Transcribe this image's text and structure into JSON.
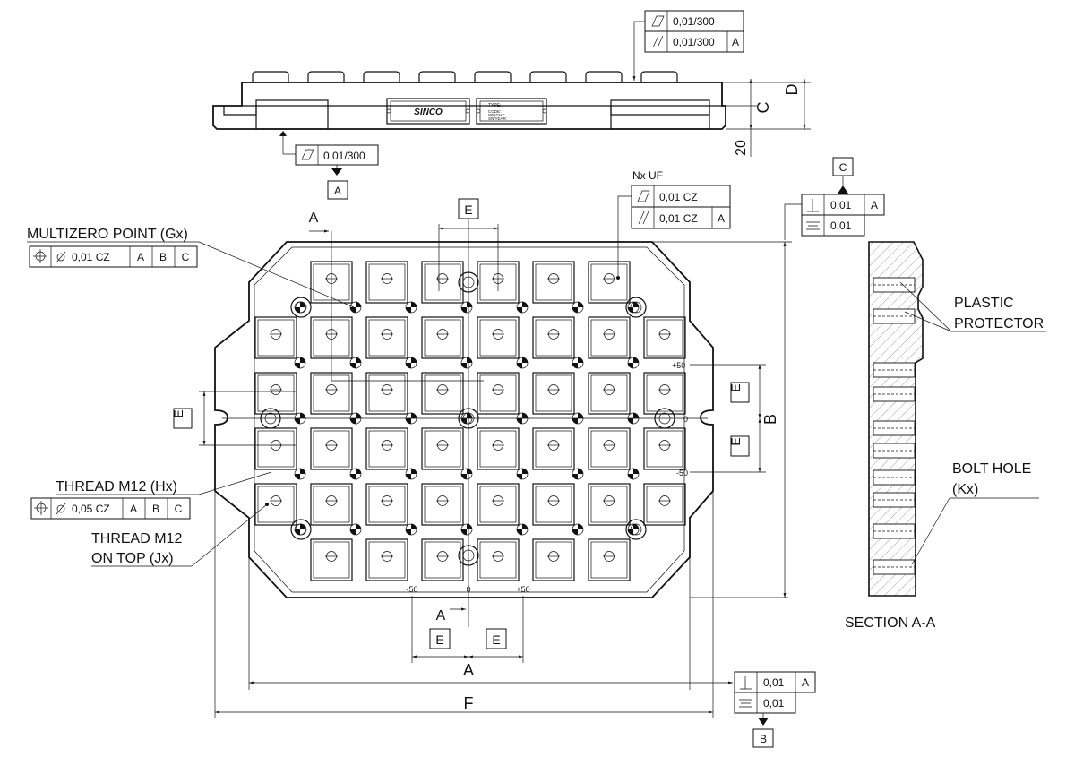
{
  "top_view": {
    "flatness_value": "0,01/300",
    "parallel_value": "0,01/300",
    "parallel_ref": "A",
    "bottom_flatness_value": "0,01/300",
    "datum_a": "A",
    "dim_c": "C",
    "dim_d": "D",
    "dim_20": "20",
    "plate1_brand": "SINCO",
    "plate2_lines": [
      "TYPE:",
      "CODE:",
      "WEIGHT:",
      "SN/YEAR:"
    ]
  },
  "main_view": {
    "nx_uf": "Nx UF",
    "uf_flatness": "0,01 CZ",
    "uf_parallel": "0,01 CZ",
    "uf_parallel_ref": "A",
    "datum_c": "C",
    "perp_value": "0,01",
    "perp_ref": "A",
    "sym_value": "0,01",
    "multizero_label": "MULTIZERO POINT (Gx)",
    "multizero_tol": [
      "0,01 CZ",
      "A",
      "B",
      "C"
    ],
    "thread_hx_label": "THREAD M12 (Hx)",
    "thread_hx_tol": [
      "0,05 CZ",
      "A",
      "B",
      "C"
    ],
    "thread_jx_line1": "THREAD M12",
    "thread_jx_line2": "ON TOP (Jx)",
    "dim_a_top": "A",
    "dim_e_top": "E",
    "dim_e_left": "E",
    "dim_e_right1": "E",
    "dim_e_right2": "E",
    "dim_b": "B",
    "scale_plus50_r": "+50",
    "scale_0_r": "0",
    "scale_minus50_r": "-50",
    "scale_minus50_b": "-50",
    "scale_0_b": "0",
    "scale_plus50_b": "+50",
    "dim_a_bottom_marker": "A",
    "dim_e_bottom1": "E",
    "dim_e_bottom2": "E",
    "dim_a_bottom": "A",
    "dim_f": "F",
    "bottom_perp_value": "0,01",
    "bottom_perp_ref": "A",
    "bottom_sym_value": "0,01",
    "datum_b": "B"
  },
  "section_view": {
    "plastic_line1": "PLASTIC",
    "plastic_line2": "PROTECTOR",
    "bolt_line1": "BOLT HOLE",
    "bolt_line2": "(Kx)",
    "section_label": "SECTION A-A"
  }
}
